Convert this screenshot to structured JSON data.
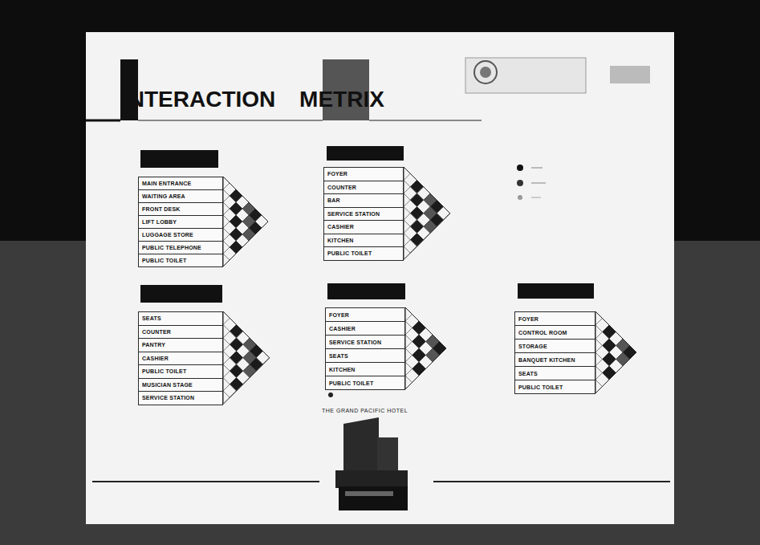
{
  "diagram": {
    "title": "INTERACTION METRIX",
    "nodes": [
      {
        "text": [
          "MAIN ENTRANCE"
        ]
      },
      {
        "text": [
          "WAITING AREA"
        ]
      },
      {
        "text": [
          "FRONT DESK"
        ]
      },
      {
        "text": [
          "LIFT LOBBY"
        ]
      },
      {
        "text": [
          "LUGGAGE STORE"
        ]
      },
      {
        "text": [
          "PUBLIC TELEPHONE"
        ]
      },
      {
        "text": [
          "PUBLIC TOILET"
        ]
      },
      {
        "text": [
          "FOYER"
        ]
      },
      {
        "text": [
          "COUNTER"
        ]
      },
      {
        "text": [
          "BAR"
        ]
      },
      {
        "text": [
          "SERVICE STATION"
        ]
      },
      {
        "text": [
          "CASHIER"
        ]
      },
      {
        "text": [
          "KITCHEN"
        ]
      },
      {
        "text": [
          "PUBLIC TOILET"
        ]
      },
      {
        "text": [
          "SEATS"
        ]
      },
      {
        "text": [
          "COUNTER"
        ]
      },
      {
        "text": [
          "PANTRY"
        ]
      },
      {
        "text": [
          "CASHIER"
        ]
      },
      {
        "text": [
          "PUBLIC TOILET"
        ]
      },
      {
        "text": [
          "MUSICIAN STAGE"
        ]
      },
      {
        "text": [
          "SERVICE STATION"
        ]
      },
      {
        "text": [
          "FOYER"
        ]
      },
      {
        "text": [
          "CASHIER"
        ]
      },
      {
        "text": [
          "SERVICE STATION"
        ]
      },
      {
        "text": [
          "SEATS"
        ]
      },
      {
        "text": [
          "KITCHEN"
        ]
      },
      {
        "text": [
          "PUBLIC TOILET"
        ]
      },
      {
        "text": [
          "FOYER"
        ]
      },
      {
        "text": [
          "CONTROL ROOM"
        ]
      },
      {
        "text": [
          "STORAGE"
        ]
      },
      {
        "text": [
          "BANQUET KITCHEN"
        ]
      },
      {
        "text": [
          "SEATS"
        ]
      },
      {
        "text": [
          "PUBLIC TOILET"
        ]
      }
    ],
    "labels": [
      "THE GRAND PACIFIC HOTEL"
    ]
  }
}
